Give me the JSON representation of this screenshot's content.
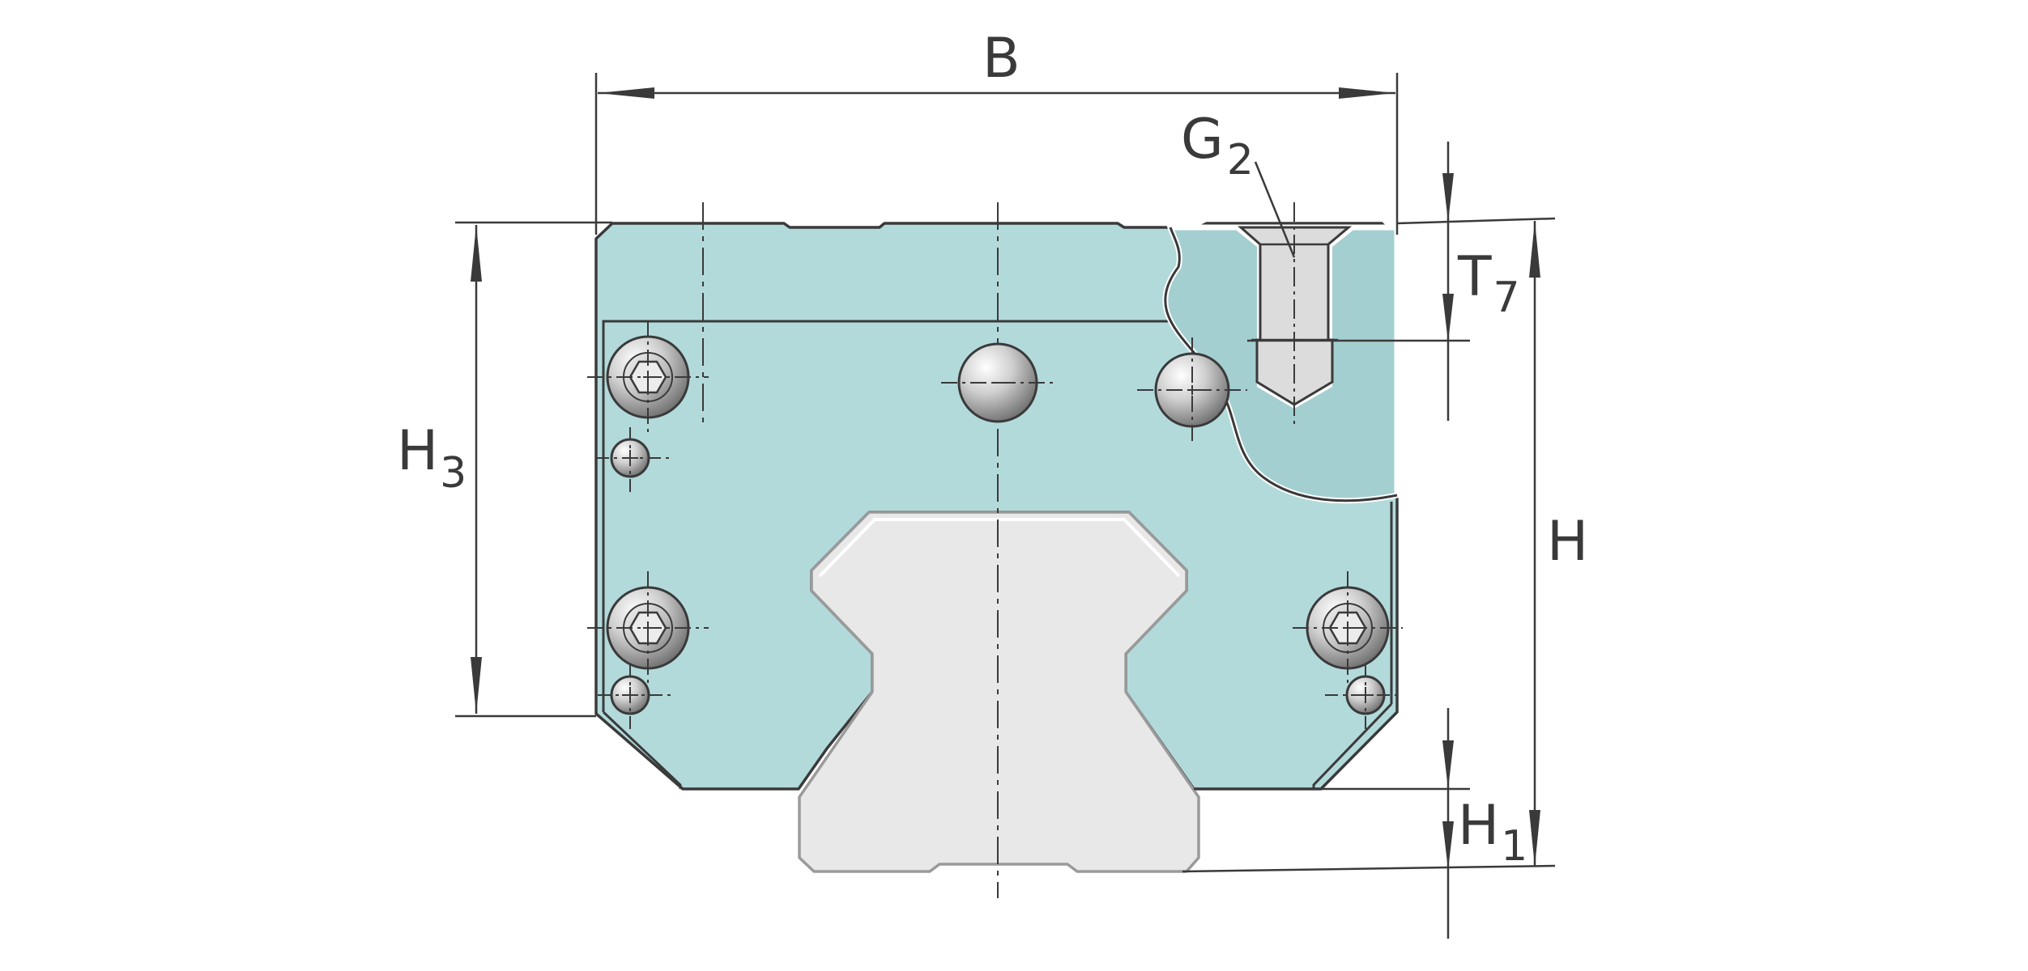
{
  "labels": {
    "B": {
      "main": "B",
      "sub": ""
    },
    "G2": {
      "main": "G",
      "sub": "2"
    },
    "T7": {
      "main": "T",
      "sub": "7"
    },
    "H3": {
      "main": "H",
      "sub": "3"
    },
    "H": {
      "main": "H",
      "sub": ""
    },
    "H1": {
      "main": "H",
      "sub": "1"
    }
  },
  "colors": {
    "carriage_fill": "#b3dadb",
    "carriage_section": "#a4cfd1",
    "rail_fill": "#e8e8e8",
    "screw_fill": "#dcdcdc",
    "outline": "#3a3a3a",
    "dimension_line": "#3a3a3a"
  },
  "icons": {
    "bolt": "hex-socket-screw-icon",
    "plug": "round-plug-icon"
  }
}
